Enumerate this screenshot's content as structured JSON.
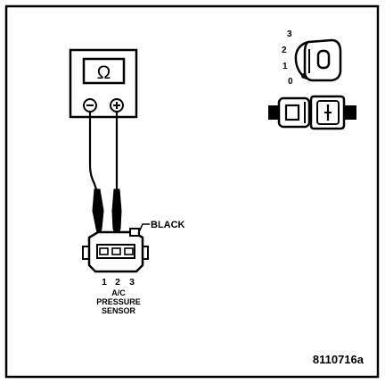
{
  "meter": {
    "ohm_symbol": "Ω",
    "minus": "−",
    "plus": "+"
  },
  "connector": {
    "wire_color_label": "BLACK",
    "terminal_numbers": [
      "1",
      "2",
      "3"
    ],
    "name_lines": [
      "A/C",
      "PRESSURE",
      "SENSOR"
    ]
  },
  "ignition_switch": {
    "positions": [
      "3",
      "2",
      "1",
      "0"
    ]
  },
  "figure_code": "8110716a"
}
